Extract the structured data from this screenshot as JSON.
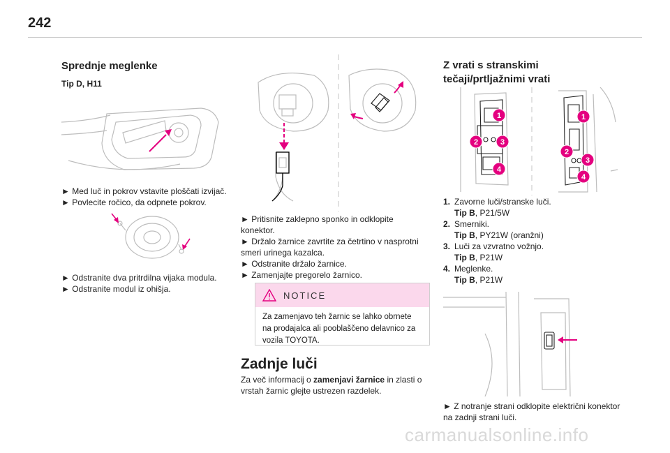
{
  "page": {
    "number": "242",
    "watermark": "carmanualsonline.info"
  },
  "col1": {
    "title": "Sprednje meglenke",
    "type_label": "Tip D, H11",
    "step1": "► Med luč in pokrov vstavite ploščati izvijač.",
    "step2": "► Povlecite ročico, da odpnete pokrov.",
    "step3": "► Odstranite dva pritrdilna vijaka modula.",
    "step4": "► Odstranite modul iz ohišja."
  },
  "col2": {
    "step1": "► Pritisnite zaklepno sponko in odklopite konektor.",
    "step2": "► Držalo žarnice zavrtite za četrtino v nasprotni smeri urinega kazalca.",
    "step3": "► Odstranite držalo žarnice.",
    "step4": "► Zamenjajte pregorelo žarnico.",
    "notice_title": "NOTICE",
    "notice_text": "Za zamenjavo teh žarnic se lahko obrnete na prodajalca ali pooblaščeno delavnico za vozila TOYOTA.",
    "section_title": "Zadnje luči",
    "section_text_a": "Za več informacij o ",
    "section_text_bold": "zamenjavi žarnice",
    "section_text_b": " in zlasti o vrstah žarnic glejte ustrezen razdelek."
  },
  "col3": {
    "title": "Z vrati s stranskimi tečaji/prtljažnimi vrati",
    "callouts": [
      "1",
      "2",
      "3",
      "4"
    ],
    "items": [
      {
        "num": "1.",
        "label": "Zavorne luči/stranske luči.",
        "tip_label": "Tip B",
        "tip_value": ", P21/5W"
      },
      {
        "num": "2.",
        "label": "Smerniki.",
        "tip_label": "Tip B",
        "tip_value": ", PY21W (oranžni)"
      },
      {
        "num": "3.",
        "label": "Luči za vzvratno vožnjo.",
        "tip_label": "Tip B",
        "tip_value": ", P21W"
      },
      {
        "num": "4.",
        "label": "Meglenke.",
        "tip_label": "Tip B",
        "tip_value": ", P21W"
      }
    ],
    "step1": "► Z notranje strani odklopite električni konektor na zadnji strani luči."
  },
  "colors": {
    "accent": "#e4007f",
    "notice_bg": "#fbd8ec",
    "warning": "#e4007f"
  },
  "icons": {
    "notice": "warning-triangle-icon"
  }
}
